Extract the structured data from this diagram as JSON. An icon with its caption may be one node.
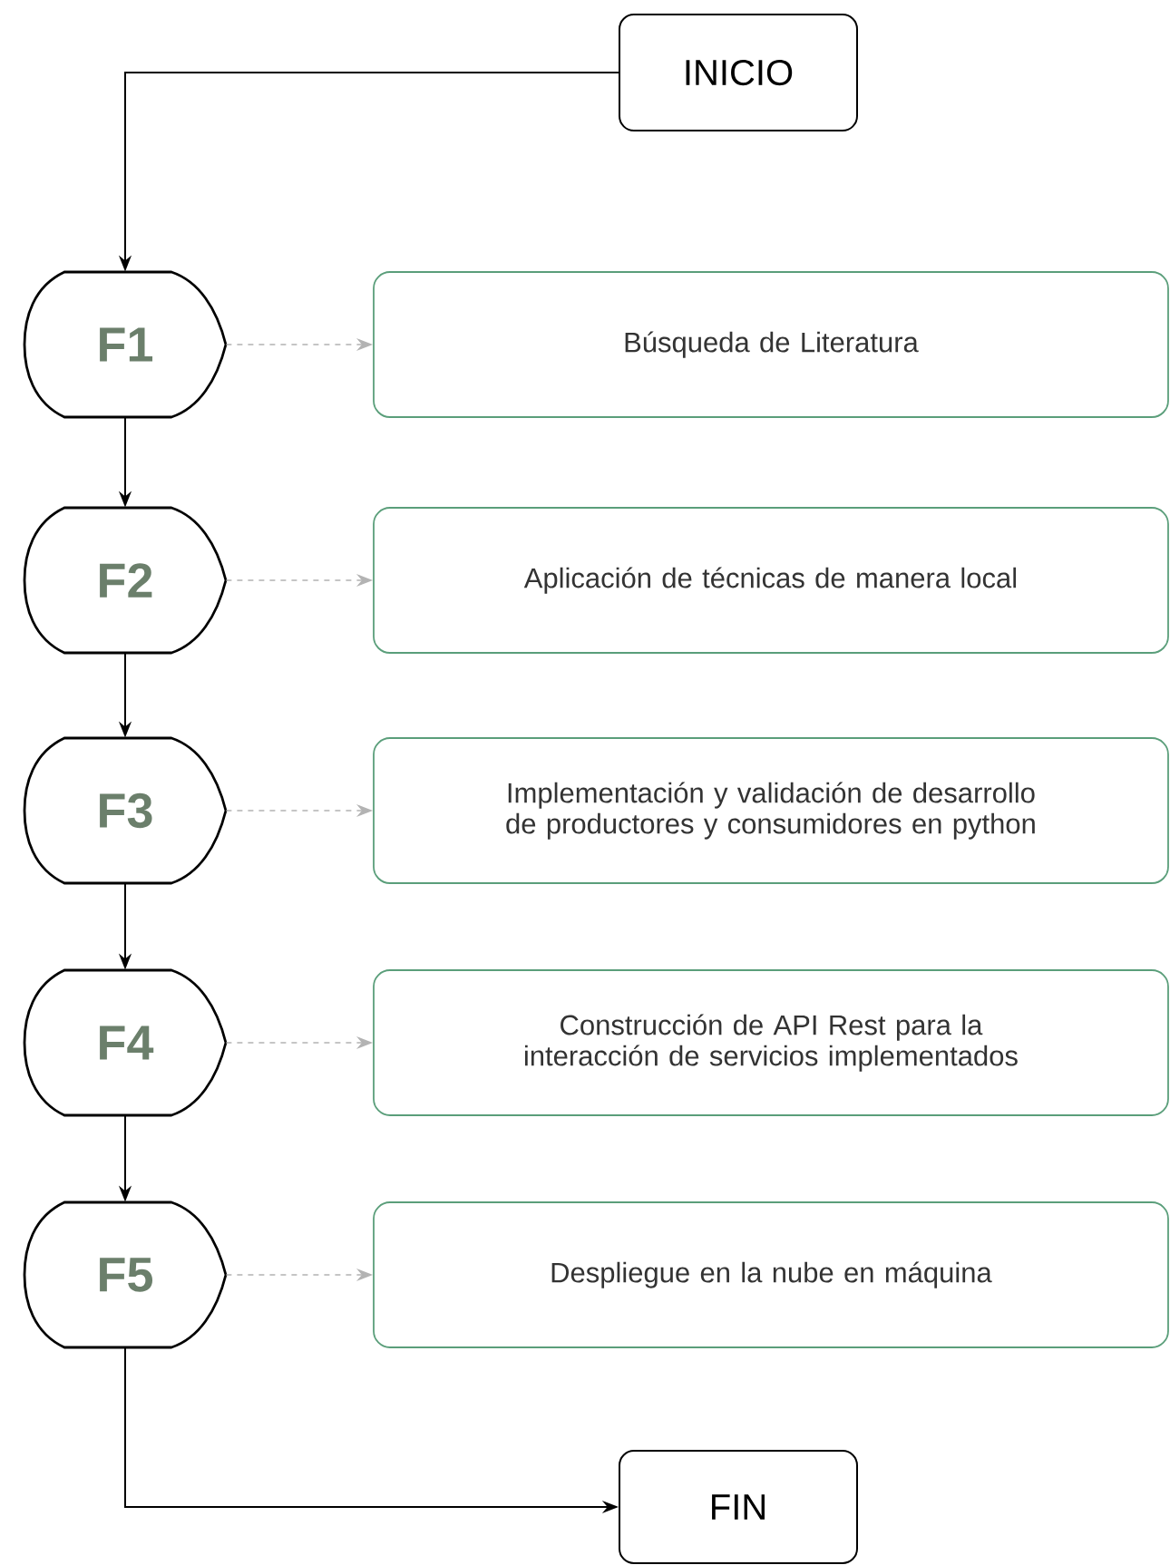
{
  "diagram": {
    "nodes": [
      {
        "text": [
          "INICIO"
        ]
      },
      {
        "text": [
          "F1"
        ]
      },
      {
        "text": [
          "Búsqueda de Literatura"
        ]
      },
      {
        "text": [
          "F2"
        ]
      },
      {
        "text": [
          "Aplicación de técnicas de manera local"
        ]
      },
      {
        "text": [
          "F3"
        ]
      },
      {
        "text": [
          "Implementación y validación de desarrollo de productores y consumidores en python"
        ]
      },
      {
        "text": [
          "F4"
        ]
      },
      {
        "text": [
          "Construcción de API Rest para la interacción de servicios implementados"
        ]
      },
      {
        "text": [
          "F5"
        ]
      },
      {
        "text": [
          "Despliegue en la nube en máquina"
        ]
      },
      {
        "text": [
          "FIN"
        ]
      }
    ],
    "edges": [
      {
        "from": 0,
        "to": 1,
        "arrow": "to"
      },
      {
        "from": 1,
        "to": 2,
        "arrow": "to",
        "style": "dashed",
        "color": "#b3b3b3"
      },
      {
        "from": 1,
        "to": 3,
        "arrow": "to"
      },
      {
        "from": 3,
        "to": 4,
        "arrow": "to",
        "style": "dashed",
        "color": "#b3b3b3"
      },
      {
        "from": 3,
        "to": 5,
        "arrow": "to"
      },
      {
        "from": 5,
        "to": 6,
        "arrow": "to",
        "style": "dashed",
        "color": "#b3b3b3"
      },
      {
        "from": 5,
        "to": 7,
        "arrow": "to"
      },
      {
        "from": 7,
        "to": 8,
        "arrow": "to",
        "style": "dashed",
        "color": "#b3b3b3"
      },
      {
        "from": 7,
        "to": 9,
        "arrow": "to"
      },
      {
        "from": 9,
        "to": 10,
        "arrow": "to",
        "style": "dashed",
        "color": "#b3b3b3"
      },
      {
        "from": 9,
        "to": 11,
        "arrow": "to"
      }
    ]
  }
}
